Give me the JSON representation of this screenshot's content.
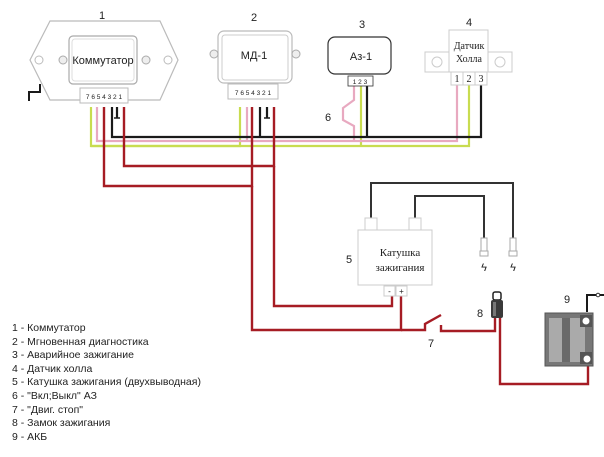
{
  "components": {
    "commutator": {
      "number": "1",
      "label": "Коммутатор",
      "pins": "7 6 5 4 3 2 1"
    },
    "md1": {
      "number": "2",
      "label": "МД-1",
      "pins": "7 6 5 4 3 2 1"
    },
    "az1": {
      "number": "3",
      "label": "Аз-1",
      "pins": "1 2 3"
    },
    "hall_sensor": {
      "number": "4",
      "label_line1": "Датчик",
      "label_line2": "Холла",
      "pins": [
        "1",
        "2",
        "3"
      ]
    },
    "coil": {
      "number": "5",
      "label_line1": "Катушка",
      "label_line2": "зажигания",
      "minus": "-",
      "plus": "+"
    },
    "az_switch": {
      "number": "6"
    },
    "engine_stop": {
      "number": "7"
    },
    "ignition_lock": {
      "number": "8"
    },
    "battery": {
      "number": "9"
    }
  },
  "legend": [
    "1 - Коммутатор",
    "2 - Мгновенная диагностика",
    "3 - Аварийное зажигание",
    "4 - Датчик холла",
    "5 - Катушка зажигания (двухвыводная)",
    "6 - \"Вкл;Выкл\" АЗ",
    "7 - \"Двиг. стоп\"",
    "8 - Замок зажигания",
    "9 - АКБ"
  ],
  "wire_colors": {
    "black": "#1a1a1a",
    "pink": "#e8a9c0",
    "green": "#c8dc50",
    "red": "#a61c24",
    "coil_hv": "#333333"
  }
}
